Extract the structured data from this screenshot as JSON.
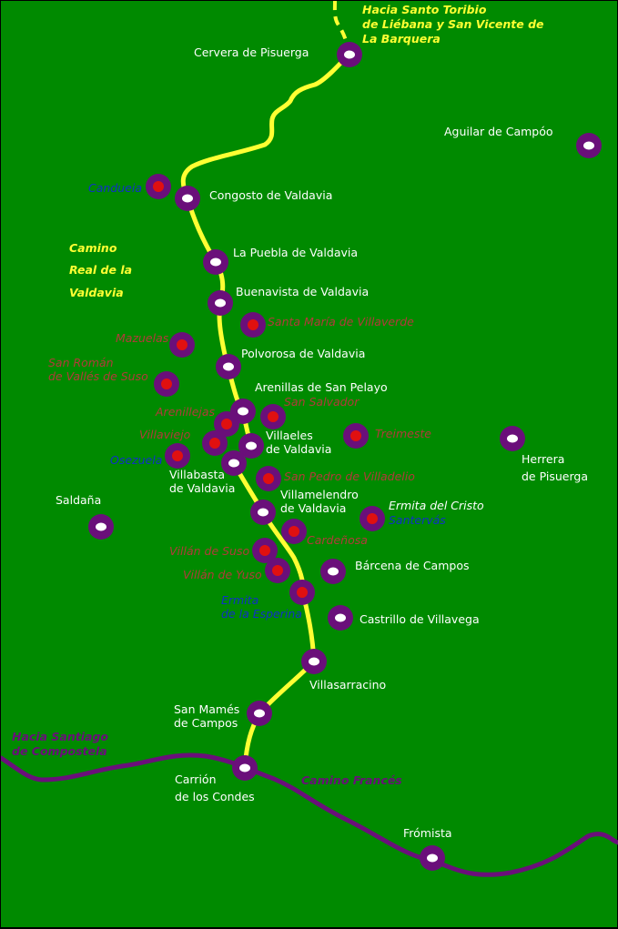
{
  "map_title": {
    "line1": "Camino",
    "line2": "Real de la",
    "line3": "Valdavia"
  },
  "route_camino_frances": "Camino Francés",
  "direction_north": {
    "line1": "Hacia Santo Toribio",
    "line2": "de Liébana y San Vicente de",
    "line3": "La Barquera"
  },
  "direction_santiago": {
    "line1": "Hacia Santiago",
    "line2": "de Compostela"
  },
  "colors": {
    "background": "#008a00",
    "road_valdavia": "#ffff33",
    "road_frances": "#6a0f7a",
    "marker_ring": "#6a0f7a",
    "town_dot": "#ffffff",
    "site_dot": "#e01010"
  },
  "towns": [
    {
      "id": "cervera",
      "line1": "Cervera de Pisuerga"
    },
    {
      "id": "aguilar",
      "line1": "Aguilar de Campóo"
    },
    {
      "id": "congosto",
      "line1": "Congosto de Valdavia"
    },
    {
      "id": "puebla",
      "line1": "La Puebla de Valdavia"
    },
    {
      "id": "buenavista",
      "line1": "Buenavista de Valdavia"
    },
    {
      "id": "polvorosa",
      "line1": "Polvorosa de Valdavia"
    },
    {
      "id": "arenillas",
      "line1": "Arenillas de San Pelayo"
    },
    {
      "id": "villaeles",
      "line1": "Villaeles",
      "line2": "de Valdavia"
    },
    {
      "id": "villabasta",
      "line1": "Villabasta",
      "line2": "de Valdavia"
    },
    {
      "id": "herrera",
      "line1": "Herrera",
      "line2": "de Pisuerga"
    },
    {
      "id": "saldana",
      "line1": "Saldaña"
    },
    {
      "id": "villamelendro",
      "line1": "Villamelendro",
      "line2": "de Valdavia"
    },
    {
      "id": "barcena",
      "line1": "Bárcena de Campos"
    },
    {
      "id": "castrillo",
      "line1": "Castrillo de Villavega"
    },
    {
      "id": "villasarracino",
      "line1": "Villasarracino"
    },
    {
      "id": "sanmames",
      "line1": "San Mamés",
      "line2": "de Campos"
    },
    {
      "id": "carrion",
      "line1": "Carrión",
      "line2": "de los Condes"
    },
    {
      "id": "fromista",
      "line1": "Frómista"
    }
  ],
  "sites": [
    {
      "id": "candueia",
      "line1": "Candueia",
      "style": "blue"
    },
    {
      "id": "santamaria",
      "line1": "Santa María de Villaverde",
      "style": "red"
    },
    {
      "id": "mazuelas",
      "line1": "Mazuelas",
      "style": "red"
    },
    {
      "id": "sanroman",
      "line1": "San Román",
      "line2": "de Vallés de Suso",
      "style": "red"
    },
    {
      "id": "sansalvador",
      "line1": "San Salvador",
      "style": "red"
    },
    {
      "id": "arenillejas",
      "line1": "Arenillejas",
      "style": "red"
    },
    {
      "id": "villavieco",
      "line1": "Villaviejo",
      "style": "red"
    },
    {
      "id": "treimeste",
      "line1": "Treimeste",
      "style": "red"
    },
    {
      "id": "osezuela",
      "line1": "Osezuela",
      "style": "blue"
    },
    {
      "id": "sanpedro",
      "line1": "San Pedro de Villadelio",
      "style": "red"
    },
    {
      "id": "ermitacristo",
      "line1": "Ermita del Cristo",
      "line2": "Santervás",
      "style": "mixed"
    },
    {
      "id": "cardeñosa",
      "line1": "Cardeñosa",
      "style": "red"
    },
    {
      "id": "villansuso",
      "line1": "Villán de Suso",
      "style": "red"
    },
    {
      "id": "villanyuso",
      "line1": "Villán de Yuso",
      "style": "red"
    },
    {
      "id": "ermitaesperina",
      "line1": "Ermita",
      "line2": "de la Esperina",
      "style": "blue"
    }
  ]
}
